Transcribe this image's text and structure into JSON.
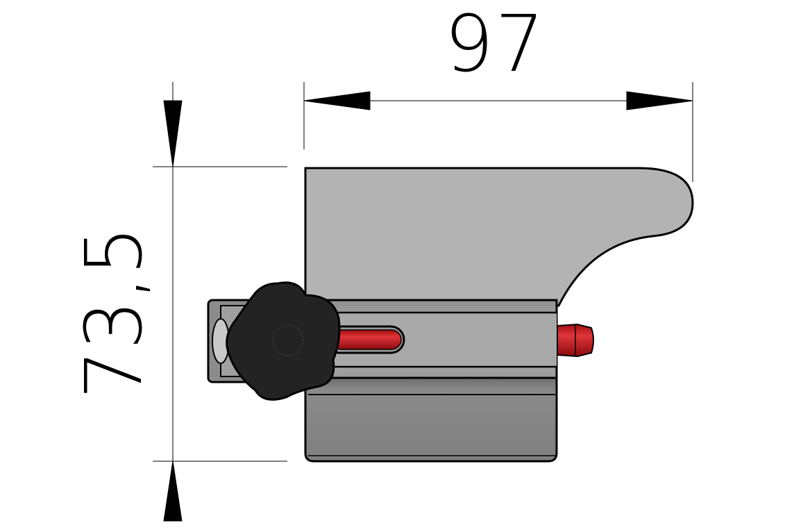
{
  "drawing": {
    "type": "dimensioned part view",
    "dimensions": {
      "width": {
        "label": "97",
        "orientation": "horizontal"
      },
      "height": {
        "label": "73,5",
        "orientation": "vertical"
      }
    },
    "colors": {
      "background": "#ffffff",
      "body_light": "#b3b3b3",
      "body_mid": "#a6a6a6",
      "body_dark": "#808080",
      "knob": "#222222",
      "pin_red": "#c8161d",
      "outline": "#000000"
    },
    "parts": [
      "bracket-body",
      "star-knob",
      "slot-pin",
      "end-pin",
      "clamp-block"
    ]
  }
}
